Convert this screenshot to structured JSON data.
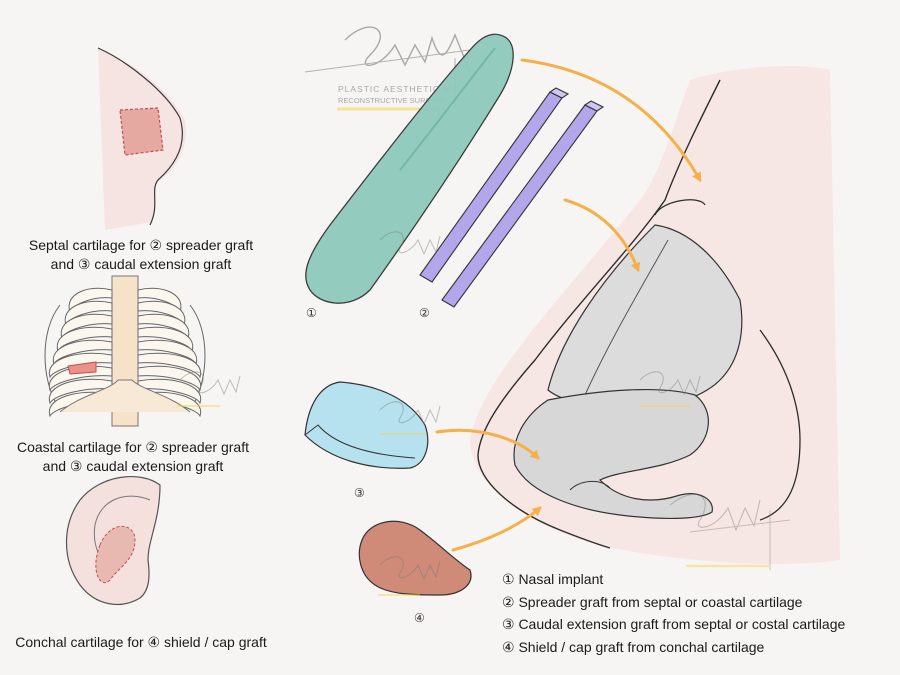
{
  "captions": {
    "septal": [
      "Septal cartilage for ② spreader graft",
      "and ③ caudal extension graft"
    ],
    "coastal": [
      "Coastal cartilage for ② spreader graft",
      "and ③ caudal extension graft"
    ],
    "conchal": [
      "Conchal cartilage for ④ shield / cap graft"
    ]
  },
  "item_numbers": {
    "implant": "①",
    "spreader": "②",
    "caudal": "③",
    "shield": "④"
  },
  "legend": [
    "① Nasal implant",
    "② Spreader graft from septal or coastal cartilage",
    "③ Caudal extension graft  from septal or costal cartilage",
    "④ Shield / cap graft from conchal cartilage"
  ],
  "watermark": {
    "logo_lines": [
      "PLASTIC AESTHETIC AND",
      "RECONSTRUCTIVE SURGERY"
    ]
  },
  "colors": {
    "implant": "#8fc9bd",
    "spreader": "#b3a6ea",
    "caudal": "#b6e1ee",
    "shield": "#cf8a78",
    "arrow": "#f5b04a",
    "nose_tissue": "#f6e4e0",
    "cartilage": "#dcdcdc",
    "outline": "#333333"
  }
}
